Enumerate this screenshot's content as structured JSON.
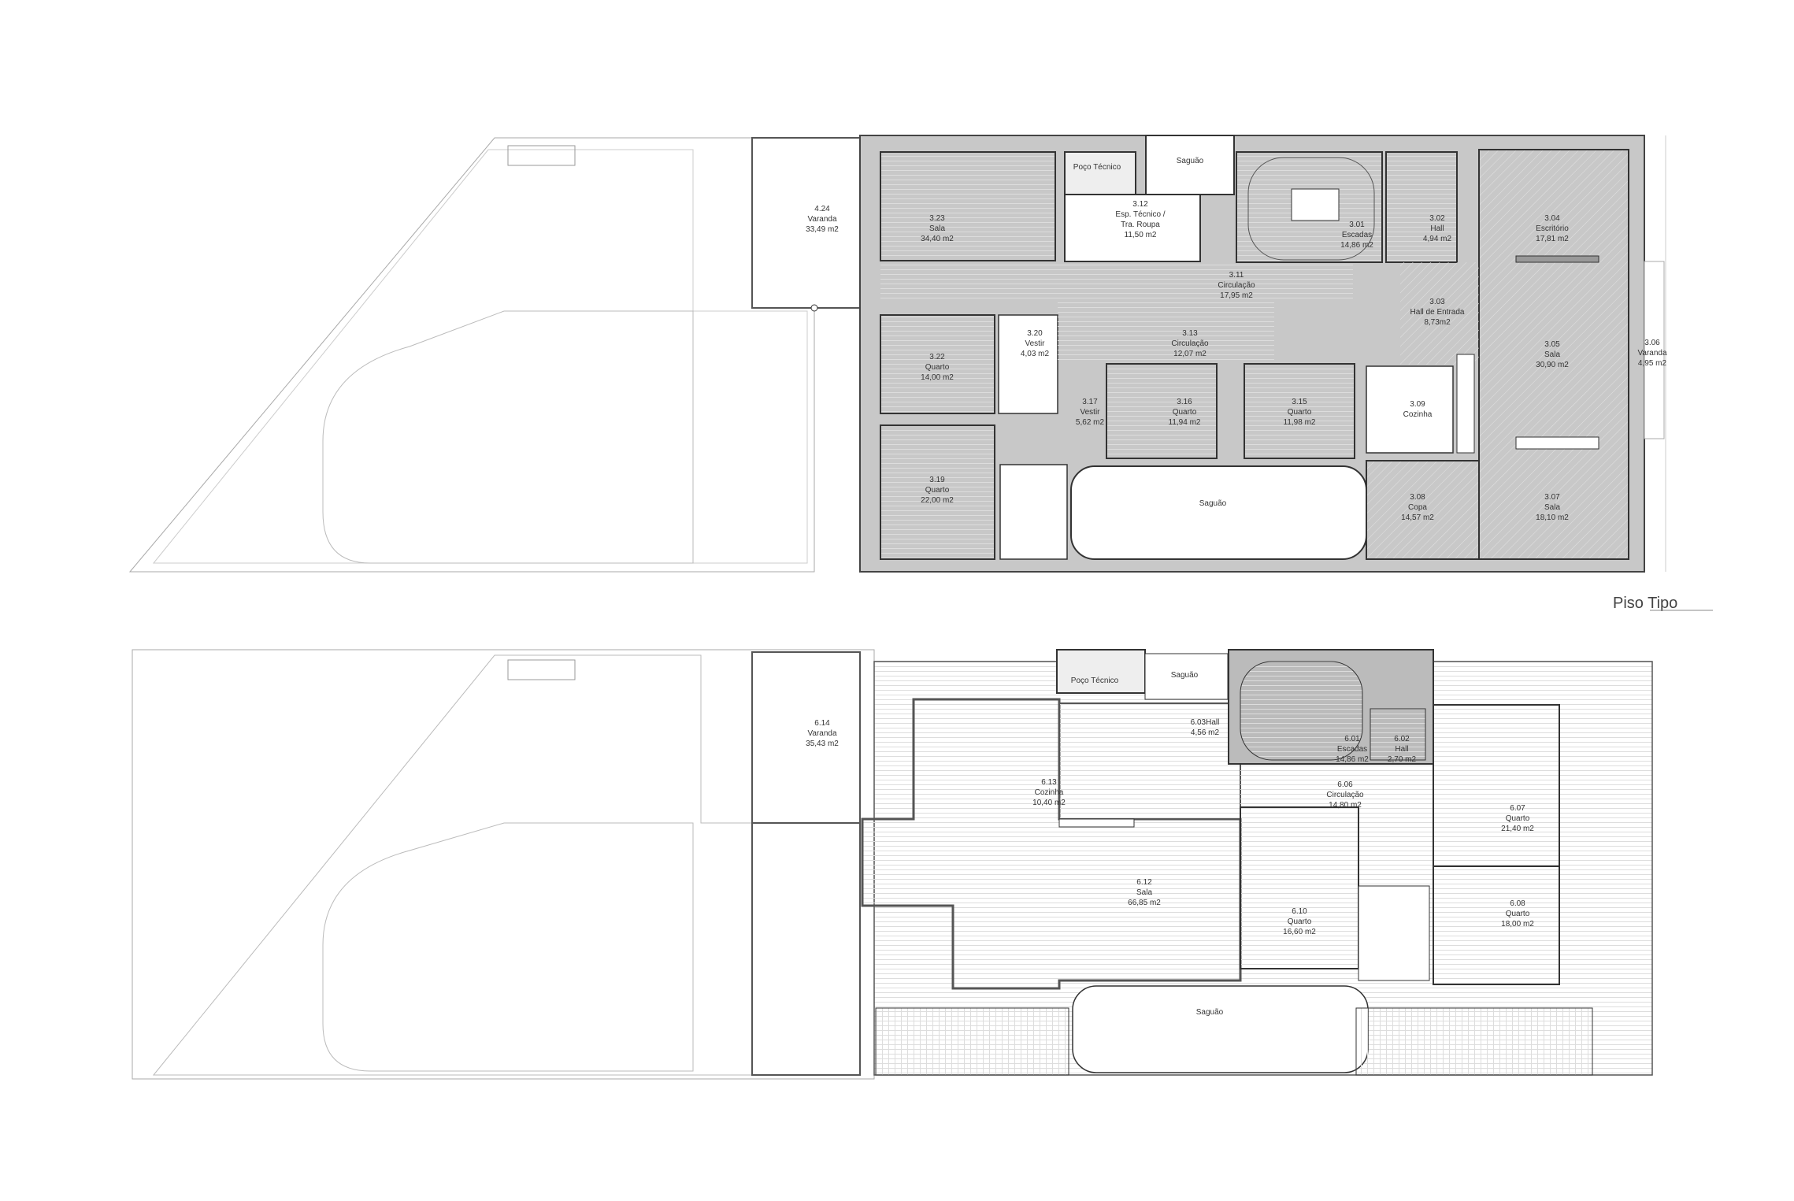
{
  "title": "Piso Tipo",
  "plans": [
    {
      "id": "piso-tipo",
      "rooms": [
        {
          "key": "r424",
          "lines": [
            "4.24",
            "Varanda",
            "33,49 m2"
          ]
        },
        {
          "key": "r323",
          "lines": [
            "3.23",
            "Sala",
            "34,40 m2"
          ]
        },
        {
          "key": "poco3",
          "lines": [
            "Poço Técnico"
          ]
        },
        {
          "key": "sag3a",
          "lines": [
            "Saguão"
          ]
        },
        {
          "key": "r312",
          "lines": [
            "3.12",
            "Esp. Técnico /",
            "Tra. Roupa",
            "11,50 m2"
          ]
        },
        {
          "key": "r301",
          "lines": [
            "3.01",
            "Escadas",
            "14,86 m2"
          ]
        },
        {
          "key": "r302",
          "lines": [
            "3.02",
            "Hall",
            "4,94 m2"
          ]
        },
        {
          "key": "r304",
          "lines": [
            "3.04",
            "Escritório",
            "17,81 m2"
          ]
        },
        {
          "key": "r311",
          "lines": [
            "3.11",
            "Circulação",
            "17,95 m2"
          ]
        },
        {
          "key": "r303",
          "lines": [
            "3.03",
            "Hall de Entrada",
            "8,73m2"
          ]
        },
        {
          "key": "r305",
          "lines": [
            "3.05",
            "Sala",
            "30,90 m2"
          ]
        },
        {
          "key": "r306",
          "lines": [
            "3.06",
            "Varanda",
            "4,95 m2"
          ]
        },
        {
          "key": "r320",
          "lines": [
            "3.20",
            "Vestir",
            "4,03 m2"
          ]
        },
        {
          "key": "r313",
          "lines": [
            "3.13",
            "Circulação",
            "12,07 m2"
          ]
        },
        {
          "key": "r322",
          "lines": [
            "3.22",
            "Quarto",
            "14,00 m2"
          ]
        },
        {
          "key": "r317",
          "lines": [
            "3.17",
            "Vestir",
            "5,62 m2"
          ]
        },
        {
          "key": "r316",
          "lines": [
            "3.16",
            "Quarto",
            "11,94 m2"
          ]
        },
        {
          "key": "r315",
          "lines": [
            "3.15",
            "Quarto",
            "11,98 m2"
          ]
        },
        {
          "key": "r309",
          "lines": [
            "3.09",
            "Cozinha"
          ]
        },
        {
          "key": "r319",
          "lines": [
            "3.19",
            "Quarto",
            "22,00 m2"
          ]
        },
        {
          "key": "sag3b",
          "lines": [
            "Saguão"
          ]
        },
        {
          "key": "r308",
          "lines": [
            "3.08",
            "Copa",
            "14,57 m2"
          ]
        },
        {
          "key": "r307",
          "lines": [
            "3.07",
            "Sala",
            "18,10 m2"
          ]
        }
      ]
    },
    {
      "id": "piso-6",
      "rooms": [
        {
          "key": "r614",
          "lines": [
            "6.14",
            "Varanda",
            "35,43 m2"
          ]
        },
        {
          "key": "poco6",
          "lines": [
            "Poço Técnico"
          ]
        },
        {
          "key": "sag6a",
          "lines": [
            "Saguão"
          ]
        },
        {
          "key": "r603",
          "lines": [
            "6.03Hall",
            "4,56 m2"
          ]
        },
        {
          "key": "r601",
          "lines": [
            "6.01",
            "Escadas",
            "14,86 m2"
          ]
        },
        {
          "key": "r602",
          "lines": [
            "6.02",
            "Hall",
            "2,70 m2"
          ]
        },
        {
          "key": "r613",
          "lines": [
            "6.13",
            "Cozinha",
            "10,40 m2"
          ]
        },
        {
          "key": "r606",
          "lines": [
            "6.06",
            "Circulação",
            "14,80 m2"
          ]
        },
        {
          "key": "r607",
          "lines": [
            "6.07",
            "Quarto",
            "21,40 m2"
          ]
        },
        {
          "key": "r612",
          "lines": [
            "6.12",
            "Sala",
            "66,85 m2"
          ]
        },
        {
          "key": "r610",
          "lines": [
            "6.10",
            "Quarto",
            "16,60 m2"
          ]
        },
        {
          "key": "r608",
          "lines": [
            "6.08",
            "Quarto",
            "18,00 m2"
          ]
        },
        {
          "key": "sag6b",
          "lines": [
            "Saguão"
          ]
        }
      ]
    }
  ]
}
